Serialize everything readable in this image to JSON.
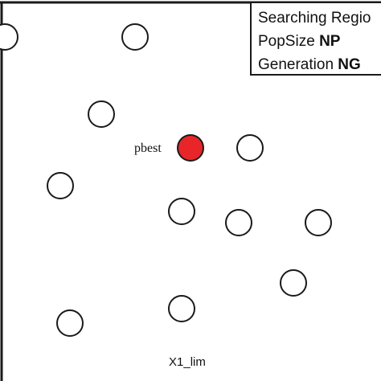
{
  "legend": {
    "search_region": "Searching Regio",
    "popsize_label": "PopSize",
    "popsize_symbol": "NP",
    "generation_label": "Generation",
    "generation_symbol": "NG"
  },
  "best_label": "pbest",
  "x_axis_label": "X1_lim",
  "colors": {
    "particle_fill": "#ffffff",
    "best_fill": "#e8262a",
    "stroke": "#1a1a1a"
  }
}
